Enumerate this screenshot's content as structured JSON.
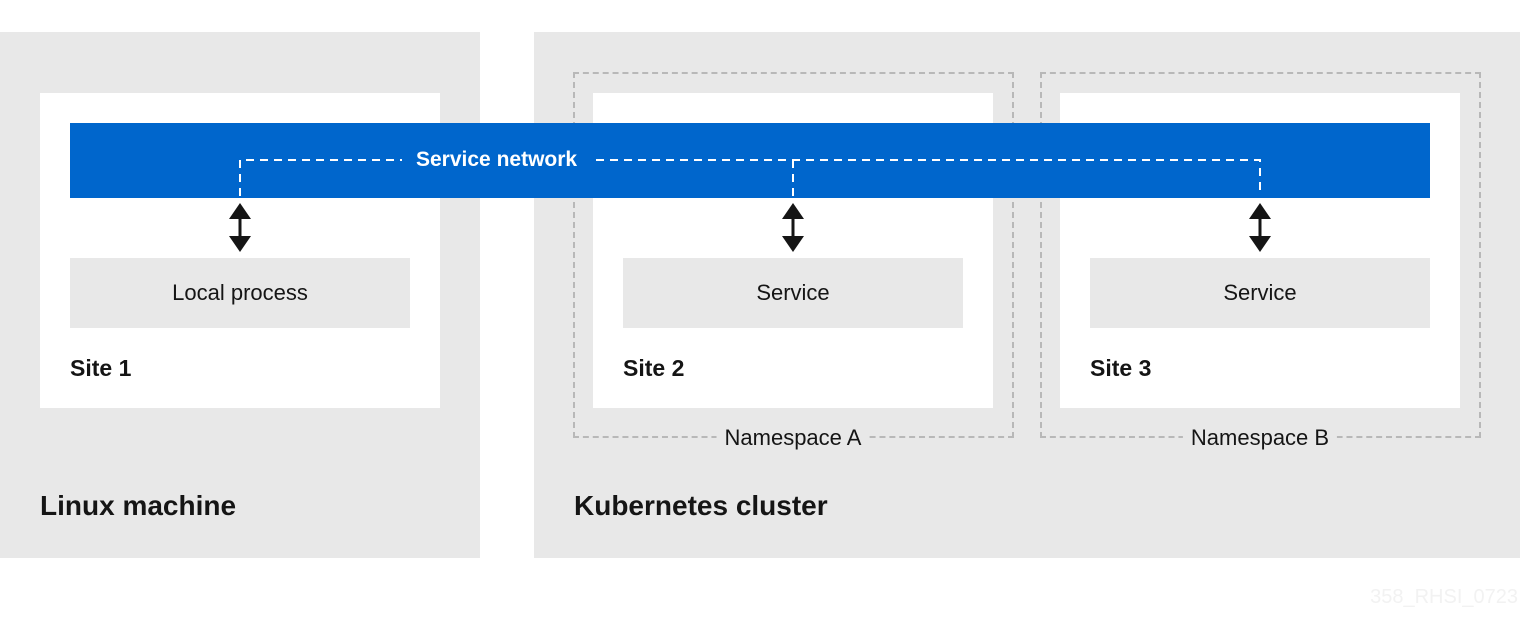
{
  "zones": {
    "linux": {
      "label": "Linux machine"
    },
    "kubernetes": {
      "label": "Kubernetes cluster"
    }
  },
  "namespaces": [
    {
      "label": "Namespace A"
    },
    {
      "label": "Namespace B"
    }
  ],
  "sites": [
    {
      "label": "Site 1",
      "component": "Local process"
    },
    {
      "label": "Site 2",
      "component": "Service"
    },
    {
      "label": "Site 3",
      "component": "Service"
    }
  ],
  "network": {
    "label": "Service network"
  },
  "watermark": "358_RHSI_0723",
  "colors": {
    "zone_bg": "#e8e8e8",
    "network_blue": "#0066cc",
    "site_bg": "#ffffff",
    "arrow": "#151515",
    "dashed_border": "#b8b8b8"
  }
}
